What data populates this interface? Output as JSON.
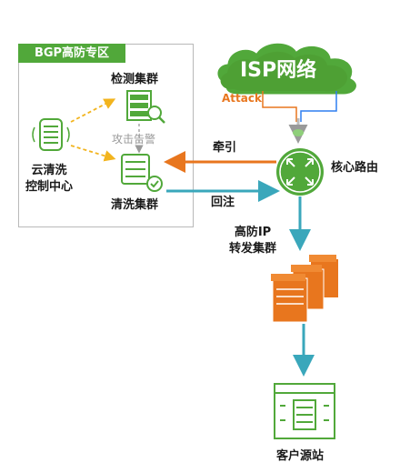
{
  "zone": {
    "title": "BGP高防专区"
  },
  "isp": {
    "label": "ISP网络"
  },
  "attack": {
    "label": "Attack"
  },
  "core": {
    "label": "核心路由"
  },
  "detect": {
    "label": "检测集群"
  },
  "alert": {
    "label": "攻击告警"
  },
  "cloud_ctrl": {
    "line1": "云清洗",
    "line2": "控制中心"
  },
  "scrub": {
    "label": "清洗集群"
  },
  "divert": {
    "label": "牵引"
  },
  "reinject": {
    "label": "回注"
  },
  "forward": {
    "line1": "高防IP",
    "line2": "转发集群"
  },
  "origin": {
    "label": "客户源站"
  },
  "colors": {
    "green": "#51a83a",
    "orange": "#e8761e",
    "teal": "#3aa7bb",
    "blue": "#2f7ff0",
    "gold": "#f2b41e"
  }
}
